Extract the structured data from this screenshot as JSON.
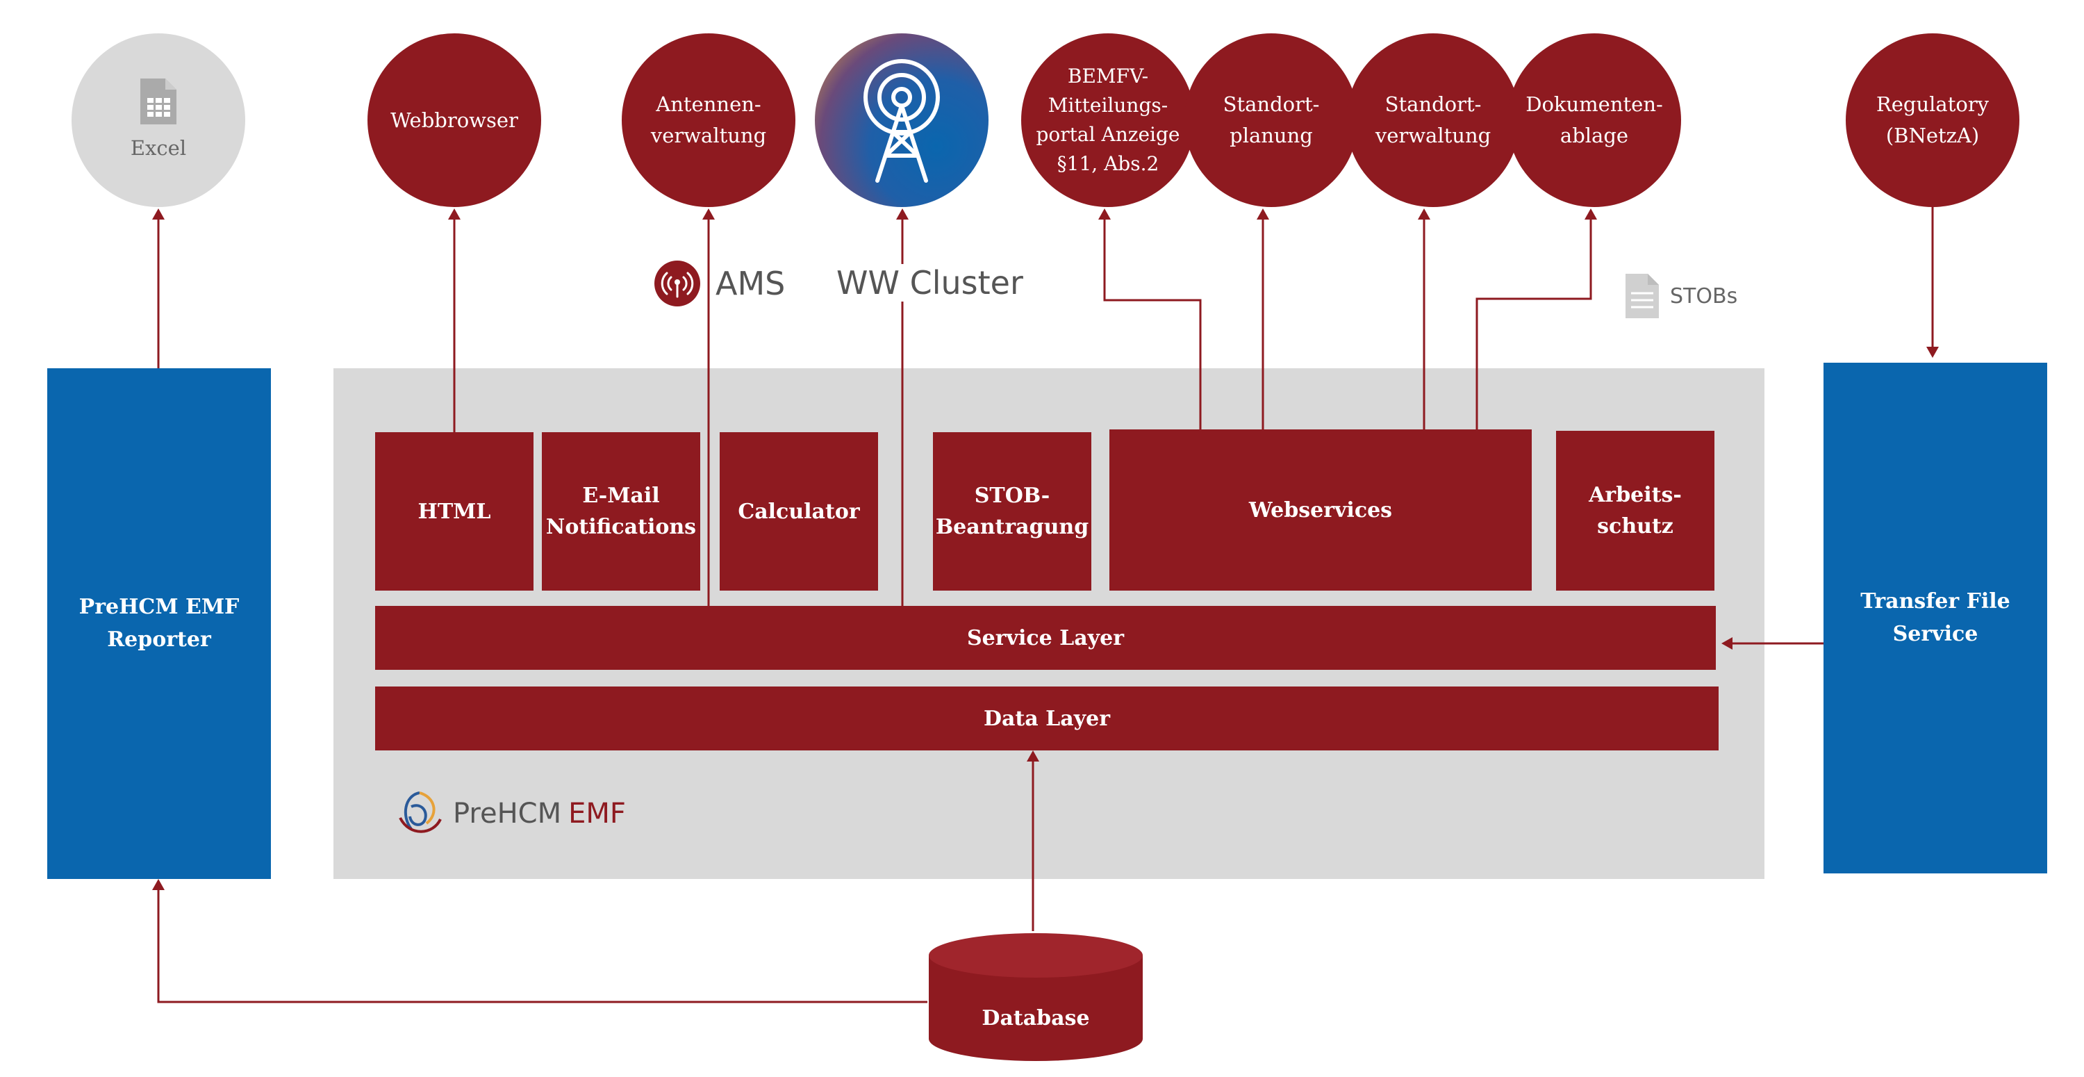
{
  "external_systems": {
    "excel": "Excel",
    "webbrowser": "Webbrowser",
    "antennenverwaltung": "Antennen-\nverwaltung",
    "bemfv": "BEMFV-\nMitteilungs-\nportal Anzeige\n§11, Abs.2",
    "standortplanung": "Standort-\nplanung",
    "standortverwaltung": "Standort-\nverwaltung",
    "dokumentenablage": "Dokumenten-\nablage",
    "regulatory": "Regulatory\n(BNetzA)"
  },
  "labels": {
    "ams": "AMS",
    "ww_cluster": "WW Cluster",
    "stobs": "STOBs"
  },
  "modules": {
    "html": "HTML",
    "email": "E-Mail\nNotifications",
    "calculator": "Calculator",
    "stob": "STOB-\nBeantragung",
    "webservices": "Webservices",
    "arbeitsschutz": "Arbeits-\nschutz"
  },
  "layers": {
    "service": "Service Layer",
    "data": "Data Layer"
  },
  "platform": {
    "brand_name": "PreHCM",
    "brand_suffix": "EMF"
  },
  "side_systems": {
    "reporter": "PreHCM EMF\nReporter",
    "transfer": "Transfer File\nService"
  },
  "database": "Database",
  "colors": {
    "dark_red": "#8e1a20",
    "blue": "#0a66ae",
    "platform_grey": "#d9d9d9",
    "excel_grey": "#d9d9d9"
  }
}
